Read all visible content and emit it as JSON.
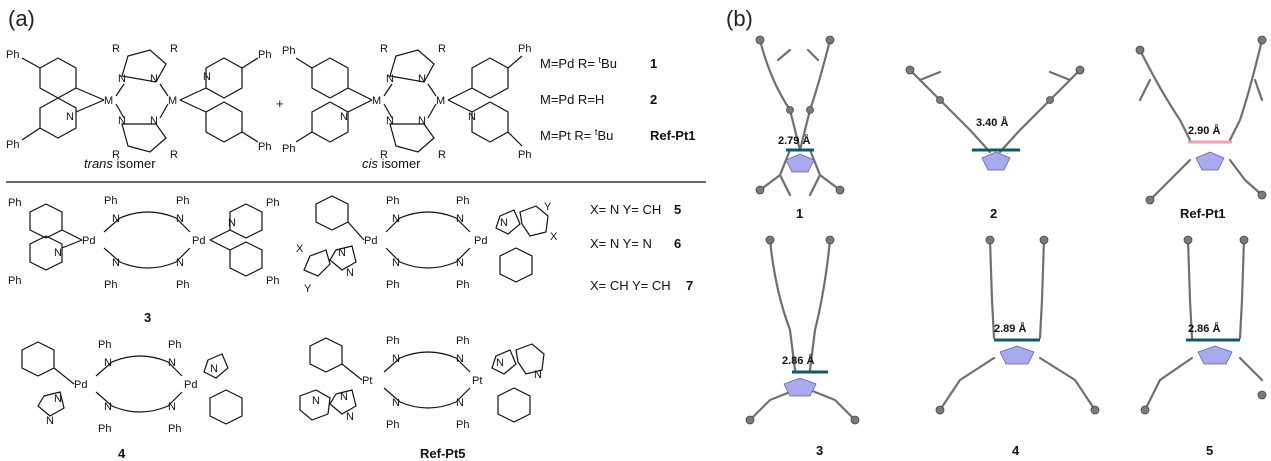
{
  "panels": {
    "a": "(a)",
    "b": "(b)"
  },
  "atoms": {
    "ph": "Ph",
    "n": "N",
    "m": "M",
    "r": "R",
    "pd": "Pd",
    "pt": "Pt",
    "x": "X",
    "y": "Y"
  },
  "top_row": {
    "trans_label": "trans",
    "trans_suffix": " isomer",
    "cis_label": "cis",
    "cis_suffix": " isomer",
    "plus": "+",
    "legend": [
      {
        "text": "M=Pd  R= ",
        "sup": "t",
        "rest": "Bu",
        "id": "1"
      },
      {
        "text": "M=Pd  R=H",
        "sup": "",
        "rest": "",
        "id": "2"
      },
      {
        "text": "M=Pt  R= ",
        "sup": "t",
        "rest": "Bu",
        "id": "Ref-Pt1"
      }
    ]
  },
  "bottom_rows": {
    "compound_3": "3",
    "compound_4": "4",
    "compound_ref_pt5": "Ref-Pt5",
    "legend": [
      {
        "text": "X= N Y= CH",
        "id": "5"
      },
      {
        "text": "X= N Y= N",
        "id": "6"
      },
      {
        "text": "X= CH Y= CH",
        "id": "7"
      }
    ]
  },
  "crystal": [
    {
      "id": "1",
      "distance": "2.79 Å"
    },
    {
      "id": "2",
      "distance": "3.40 Å"
    },
    {
      "id": "Ref-Pt1",
      "distance": "2.90 Å"
    },
    {
      "id": "3",
      "distance": "2.86 Å"
    },
    {
      "id": "4",
      "distance": "2.89 Å"
    },
    {
      "id": "5",
      "distance": "2.86 Å"
    }
  ]
}
